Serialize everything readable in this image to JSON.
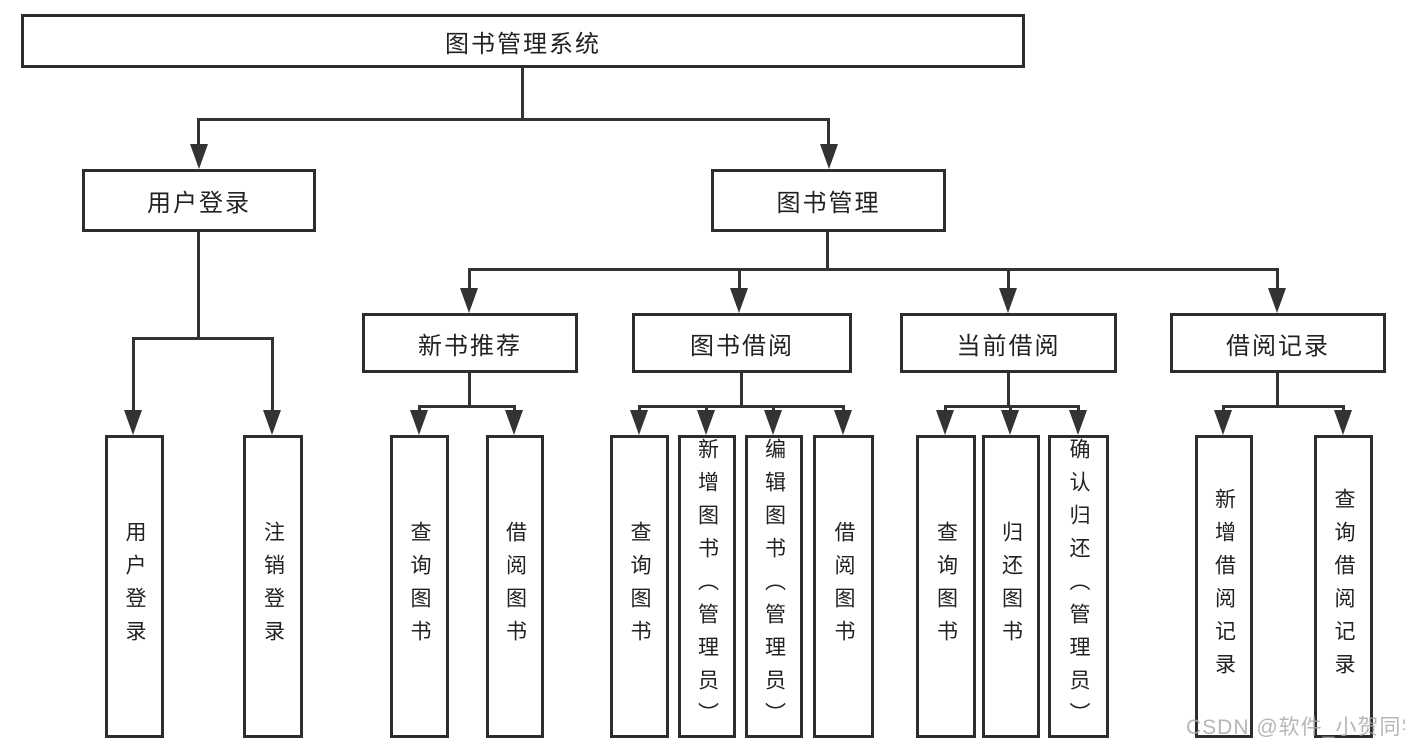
{
  "diagram": {
    "root": {
      "label": "图书管理系统"
    },
    "branches": [
      {
        "label": "用户登录",
        "children": [
          {
            "label": "用户登录"
          },
          {
            "label": "注销登录"
          }
        ]
      },
      {
        "label": "图书管理",
        "children": [
          {
            "label": "新书推荐",
            "children": [
              {
                "label": "查询图书"
              },
              {
                "label": "借阅图书"
              }
            ]
          },
          {
            "label": "图书借阅",
            "children": [
              {
                "label": "查询图书"
              },
              {
                "label": "新增图书（管理员）"
              },
              {
                "label": "编辑图书（管理员）"
              },
              {
                "label": "借阅图书"
              }
            ]
          },
          {
            "label": "当前借阅",
            "children": [
              {
                "label": "查询图书"
              },
              {
                "label": "归还图书"
              },
              {
                "label": "确认归还（管理员）"
              }
            ]
          },
          {
            "label": "借阅记录",
            "children": [
              {
                "label": "新增借阅记录"
              },
              {
                "label": "查询借阅记录"
              }
            ]
          }
        ]
      }
    ]
  },
  "colors": {
    "line": "#333333",
    "box_border": "#2d2d2d",
    "text": "#222222",
    "background": "#ffffff",
    "watermark": "#aaaaaa"
  },
  "watermark": {
    "text": "CSDN @软件_小贺同学"
  }
}
